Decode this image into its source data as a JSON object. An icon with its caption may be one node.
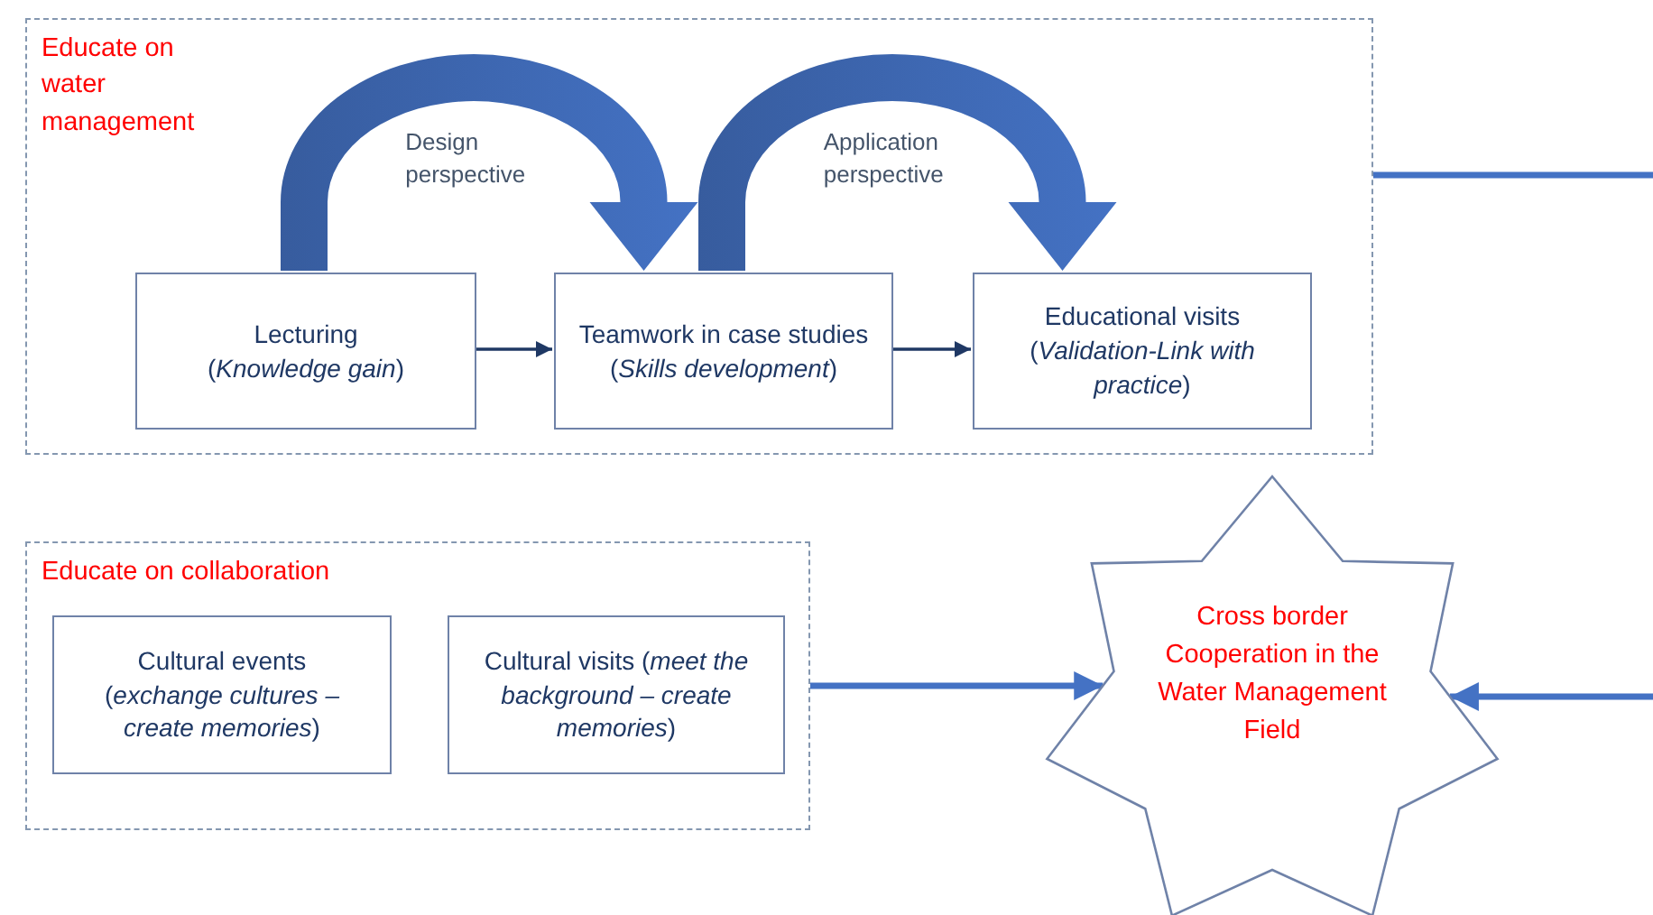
{
  "diagram": {
    "nodes": [
      {
        "text": [
          "Educate on water management"
        ]
      },
      {
        "text": [
          "Lecturing",
          "(*Knowledge gain*)"
        ],
        "in": 0
      },
      {
        "text": [
          "Teamwork in case studies",
          "(*Skills development*)"
        ],
        "in": 0
      },
      {
        "text": [
          "Educational visits",
          "(*Validation-Link with practice*)"
        ],
        "in": 0
      },
      {
        "text": [
          "Educate on collaboration"
        ]
      },
      {
        "text": [
          "Cultural events",
          "(*exchange cultures – create memories*)"
        ],
        "in": 4
      },
      {
        "text": [
          "Cultural visits (*meet the background – create memories*)"
        ],
        "in": 4
      },
      {
        "text": [
          "Cross border Cooperation in the Water Management Field"
        ]
      }
    ],
    "edges": [
      {
        "from": 1,
        "to": 2,
        "arrow": "to",
        "color": "#1f3864"
      },
      {
        "from": 1,
        "to": 2,
        "arrow": "to",
        "label": "Design perspective",
        "style": "thick"
      },
      {
        "from": 2,
        "to": 3,
        "arrow": "to",
        "color": "#1f3864"
      },
      {
        "from": 2,
        "to": 3,
        "arrow": "to",
        "label": "Application perspective",
        "style": "thick"
      },
      {
        "from": 0,
        "to": null,
        "arrow": "none"
      },
      {
        "from": 4,
        "to": 7,
        "arrow": "to"
      },
      {
        "from": null,
        "to": 7,
        "arrow": "to"
      }
    ]
  }
}
